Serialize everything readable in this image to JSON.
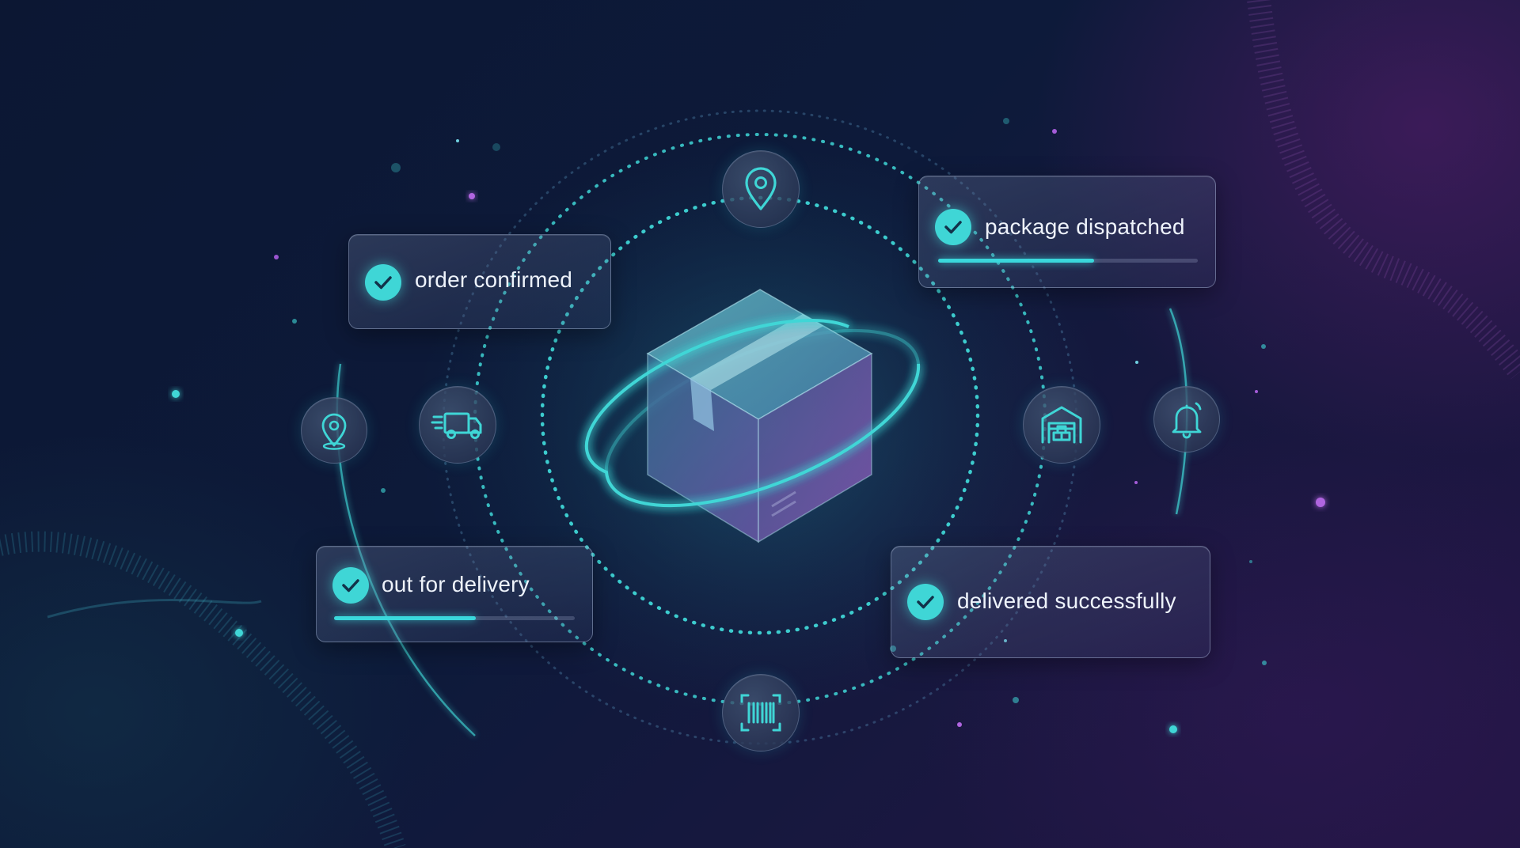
{
  "status_cards": [
    {
      "label": "order confirmed",
      "checked": true
    },
    {
      "label": "package dispatched",
      "checked": true,
      "progress": 0.6
    },
    {
      "label": "out for delivery",
      "checked": true,
      "progress": 0.59
    },
    {
      "label": "delivered successfully",
      "checked": true
    }
  ],
  "nodes": [
    {
      "icon": "location-pin-icon"
    },
    {
      "icon": "location-pin-icon"
    },
    {
      "icon": "delivery-truck-icon"
    },
    {
      "icon": "warehouse-icon"
    },
    {
      "icon": "notification-bell-icon"
    },
    {
      "icon": "barcode-scan-icon"
    }
  ],
  "center": {
    "icon": "package-box-icon"
  },
  "colors": {
    "accent": "#3fd6d6",
    "background": "#0c1733",
    "purple_glow": "#6a2a8a",
    "card_text": "#eef3fb"
  }
}
